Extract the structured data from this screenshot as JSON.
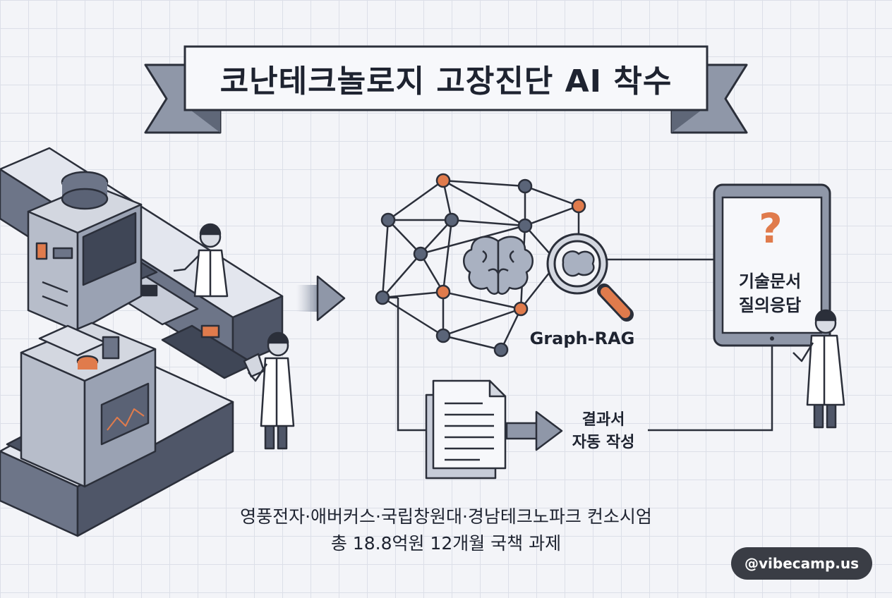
{
  "banner": {
    "title": "코난테크놀로지 고장진단 AI 착수"
  },
  "diagram": {
    "graph_label": "Graph-RAG",
    "tablet_icon": "question-mark",
    "tablet_symbol": "?",
    "tablet_text_line1": "기술문서",
    "tablet_text_line2": "질의응답",
    "result_line1": "결과서",
    "result_line2": "자동 작성"
  },
  "footer": {
    "line1": "영풍전자·애버커스·국립창원대·경남테크노파크 컨소시엄",
    "line2": "총 18.8억원 12개월 국책 과제"
  },
  "badge": {
    "handle": "@vibecamp.us"
  },
  "colors": {
    "accent": "#e07b4c",
    "node": "#5a6478",
    "machine": "#a9b1c1",
    "dark": "#2b2f3a",
    "ink": "#1e2330"
  }
}
